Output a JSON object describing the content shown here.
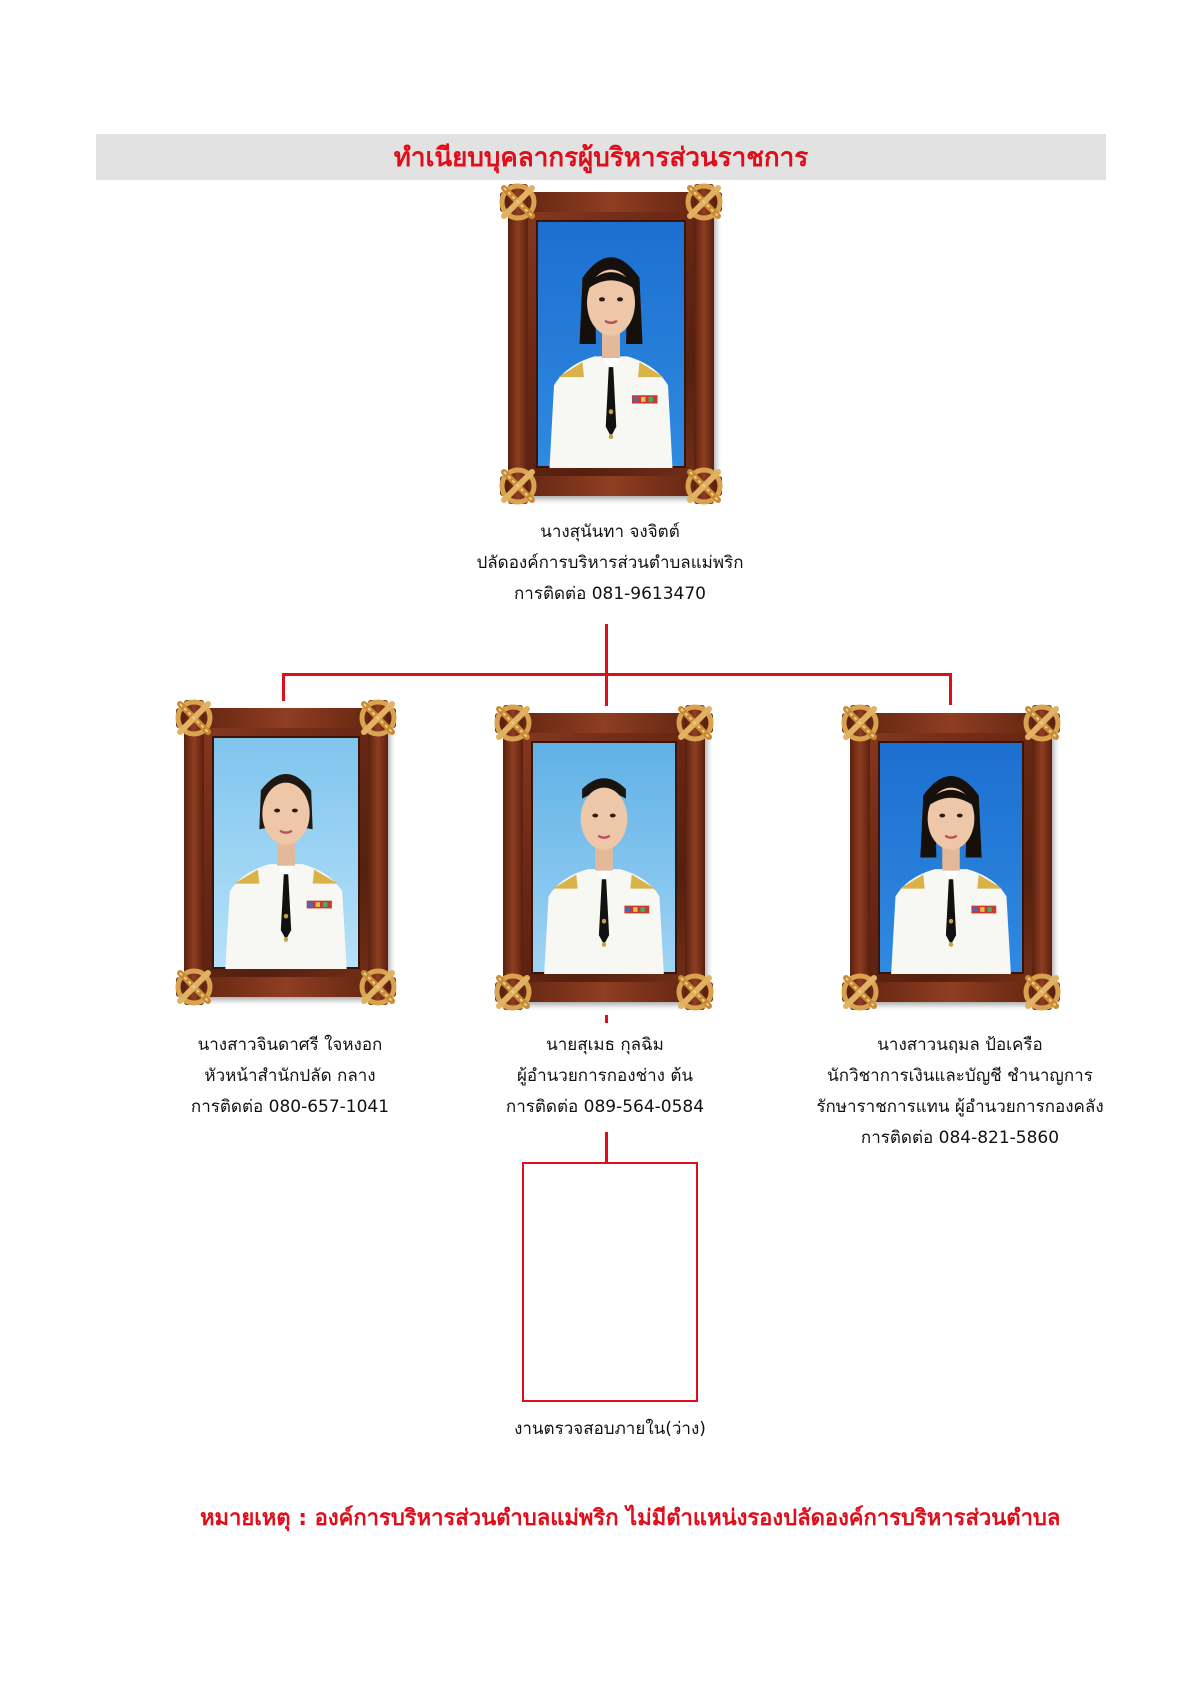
{
  "header": {
    "title": "ทำเนียบบุคลากรผู้บริหารส่วนราชการ"
  },
  "colors": {
    "accent": "#e00d1a",
    "title_bar": "#e2e2e2",
    "frame_wood": "#6a2714"
  },
  "top_person": {
    "name": "นางสุนันทา จงจิตต์",
    "position": "ปลัดองค์การบริหารส่วนตำบลแม่พริก",
    "contact": "การติดต่อ 081-9613470"
  },
  "left_person": {
    "name": "นางสาวจินดาศรี ใจหงอก",
    "position": "หัวหน้าสำนักปลัด กลาง",
    "contact": "การติดต่อ 080-657-1041"
  },
  "center_person": {
    "name": "นายสุเมธ กุลฉิม",
    "position": "ผู้อำนวยการกองช่าง ต้น",
    "contact": "การติดต่อ 089-564-0584"
  },
  "right_person": {
    "name": "นางสาวนฤมล ป้อเครือ",
    "position": "นักวิชาการเงินและบัญชี ชำนาญการ",
    "acting": "รักษาราชการแทน ผู้อำนวยการกองคลัง",
    "contact": "การติดต่อ 084-821-5860"
  },
  "audit": {
    "label": "งานตรวจสอบภายใน(ว่าง)"
  },
  "footer": {
    "note": "หมายเหตุ : องค์การบริหารส่วนตำบลแม่พริก ไม่มีตำแหน่งรองปลัดองค์การบริหารส่วนตำบล"
  }
}
